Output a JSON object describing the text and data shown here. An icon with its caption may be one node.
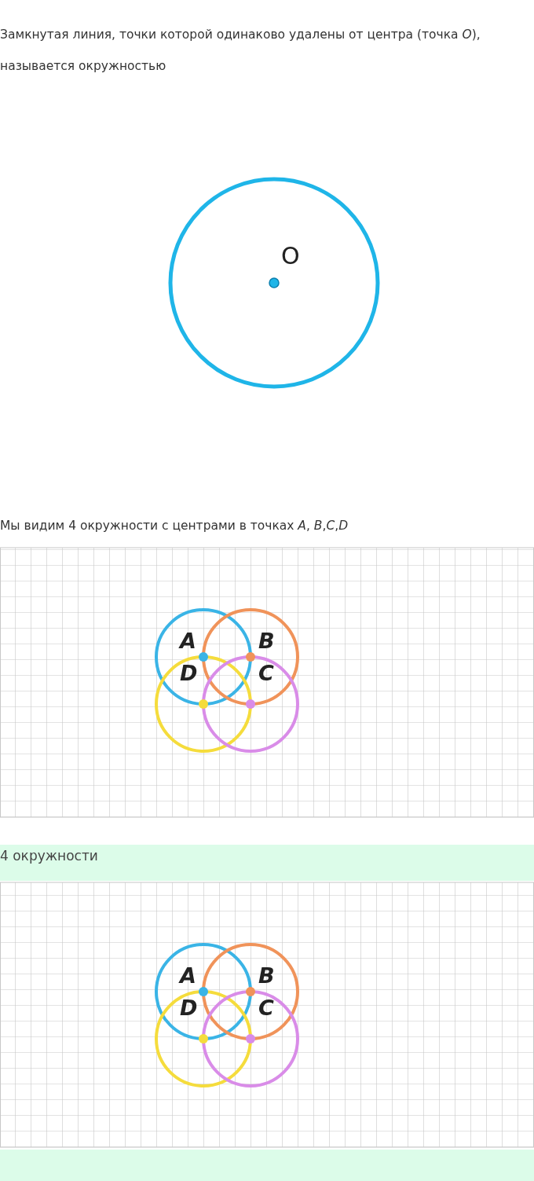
{
  "diagram": {
    "nodes": [
      {
        "text": [
          "4 окружности"
        ]
      },
      {
        "text": [],
        "shape": "bar"
      }
    ],
    "labels": [
      "Замкнутая линия, точки которой одинаково удалены от центра (точка *O*), называется окружностью",
      "O",
      "Мы видим 4 окружности с центрами в точках *A*, *B*,*C*,*D*",
      "A",
      "B",
      "D",
      "C",
      "A",
      "B",
      "D",
      "C"
    ]
  }
}
